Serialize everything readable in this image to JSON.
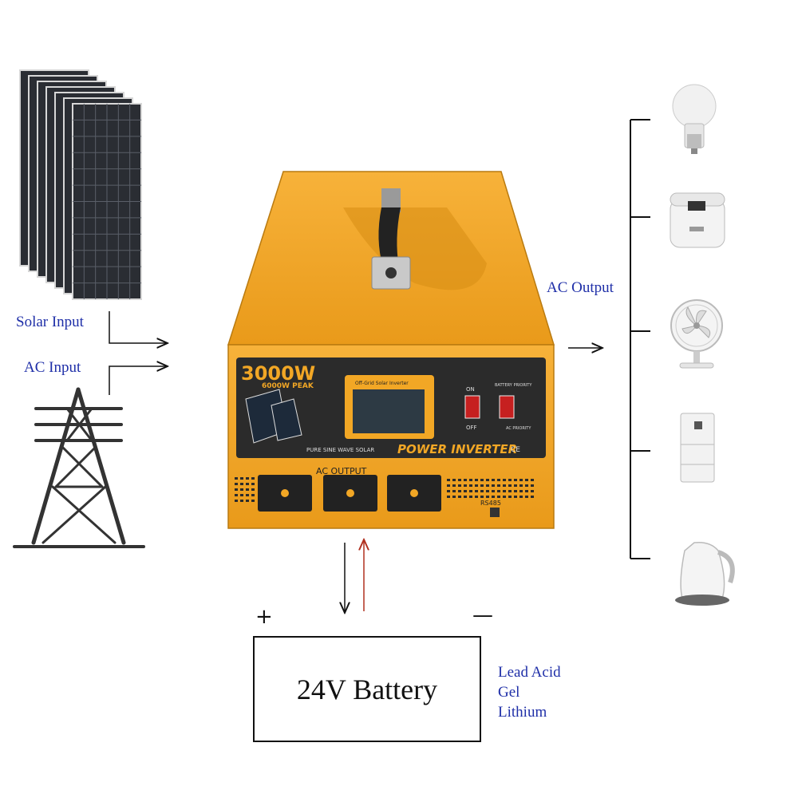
{
  "labels": {
    "solar_input": "Solar Input",
    "ac_input": "AC Input",
    "ac_output": "AC Output",
    "battery": "24V Battery",
    "plus": "+",
    "minus": "—"
  },
  "battery_types": [
    "Lead Acid",
    "Gel",
    "Lithium"
  ],
  "inverter": {
    "power": "3000W",
    "peak": "6000W PEAK",
    "screen_title": "Off-Grid Solar Inverter",
    "subtitle": "PURE SINE WAVE SOLAR",
    "brand_line": "POWER INVERTER",
    "ce": "CE",
    "on": "ON",
    "off": "OFF",
    "battery_priority": "BATTERY PRIORITY",
    "ac_priority": "AC PRIORITY",
    "ac_output_panel": "AC OUTPUT",
    "rs485": "RS485"
  },
  "appliances": [
    "light-bulb",
    "rice-cooker",
    "fan",
    "refrigerator",
    "kettle"
  ],
  "colors": {
    "label_blue": "#1f2fa8",
    "inverter_orange": "#f2a725",
    "arrow_red": "#b0301f"
  }
}
